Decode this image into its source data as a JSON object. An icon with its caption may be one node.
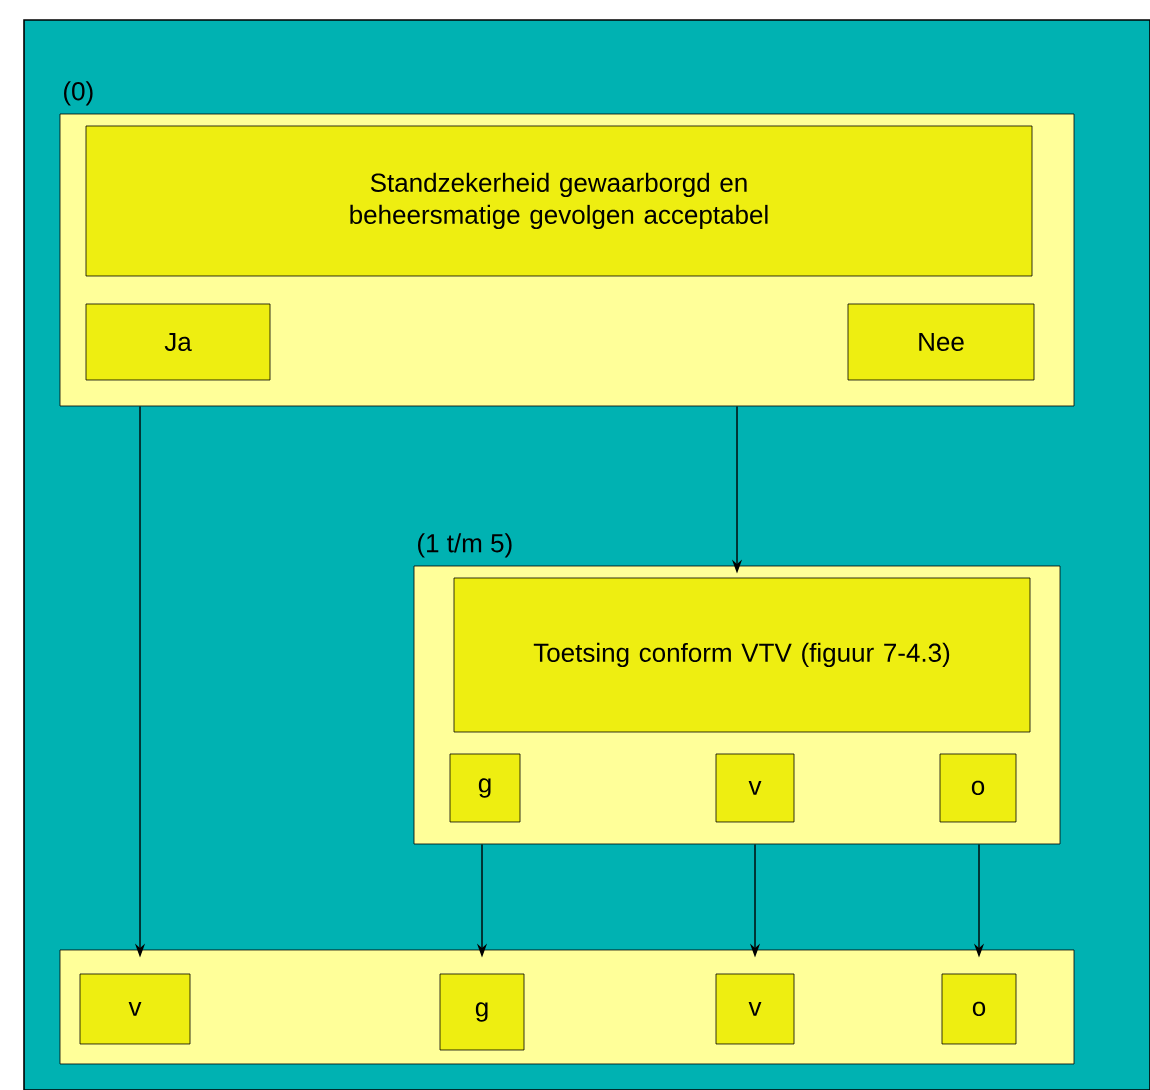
{
  "diagram": {
    "nodes": [
      {
        "text": [
          "(0)"
        ]
      },
      {
        "text": [
          "Standzekerheid gewaarborgd en beheersmatige gevolgen acceptabel"
        ],
        "in": 0
      },
      {
        "text": [
          "Ja"
        ],
        "in": 0
      },
      {
        "text": [
          "Nee"
        ],
        "in": 0
      },
      {
        "text": [
          "(1 t/m 5)"
        ]
      },
      {
        "text": [
          "Toetsing conform VTV (figuur 7-4.3)"
        ],
        "in": 4
      },
      {
        "text": [
          "g"
        ],
        "in": 4
      },
      {
        "text": [
          "v"
        ],
        "in": 4
      },
      {
        "text": [
          "o"
        ],
        "in": 4
      },
      {
        "text": [],
        "shape": "box"
      },
      {
        "text": [
          "v"
        ],
        "in": 9
      },
      {
        "text": [
          "g"
        ],
        "in": 9
      },
      {
        "text": [
          "v"
        ],
        "in": 9
      },
      {
        "text": [
          "o"
        ],
        "in": 9
      }
    ],
    "edges": [
      {
        "from": 2,
        "to": 10,
        "arrow": "to"
      },
      {
        "from": 3,
        "to": 4,
        "arrow": "to"
      },
      {
        "from": 6,
        "to": 11,
        "arrow": "to"
      },
      {
        "from": 7,
        "to": 12,
        "arrow": "to"
      },
      {
        "from": 8,
        "to": 13,
        "arrow": "to"
      }
    ]
  }
}
